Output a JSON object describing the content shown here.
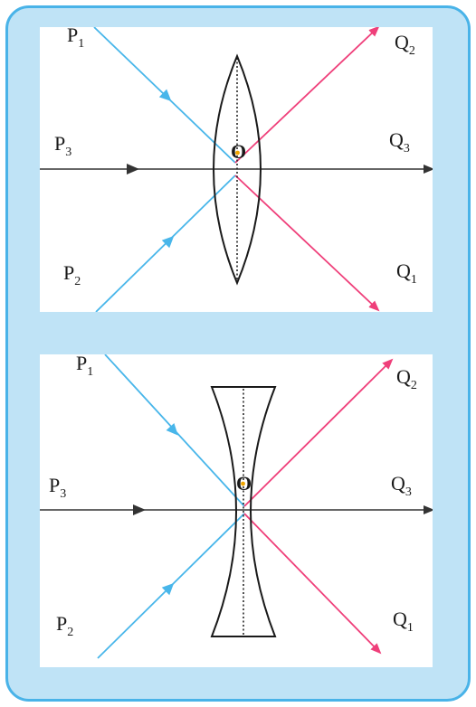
{
  "colors": {
    "frame_border": "#49b3e8",
    "frame_fill": "#bfe3f6",
    "incident_ray": "#48b6ea",
    "refracted_ray": "#ef3f7a",
    "axis_ray": "#333333",
    "lens_outline": "#1a1a1a",
    "center_dot": "#f0a500"
  },
  "diagrams": [
    {
      "id": "convex-lens",
      "lens_type": "convex",
      "labels": {
        "p1": {
          "main": "P",
          "sub": "1"
        },
        "p2": {
          "main": "P",
          "sub": "2"
        },
        "p3": {
          "main": "P",
          "sub": "3"
        },
        "q1": {
          "main": "Q",
          "sub": "1"
        },
        "q2": {
          "main": "Q",
          "sub": "2"
        },
        "q3": {
          "main": "Q",
          "sub": "3"
        },
        "center": "O"
      }
    },
    {
      "id": "concave-lens",
      "lens_type": "concave",
      "labels": {
        "p1": {
          "main": "P",
          "sub": "1"
        },
        "p2": {
          "main": "P",
          "sub": "2"
        },
        "p3": {
          "main": "P",
          "sub": "3"
        },
        "q1": {
          "main": "Q",
          "sub": "1"
        },
        "q2": {
          "main": "Q",
          "sub": "2"
        },
        "q3": {
          "main": "Q",
          "sub": "3"
        },
        "center": "O"
      }
    }
  ]
}
